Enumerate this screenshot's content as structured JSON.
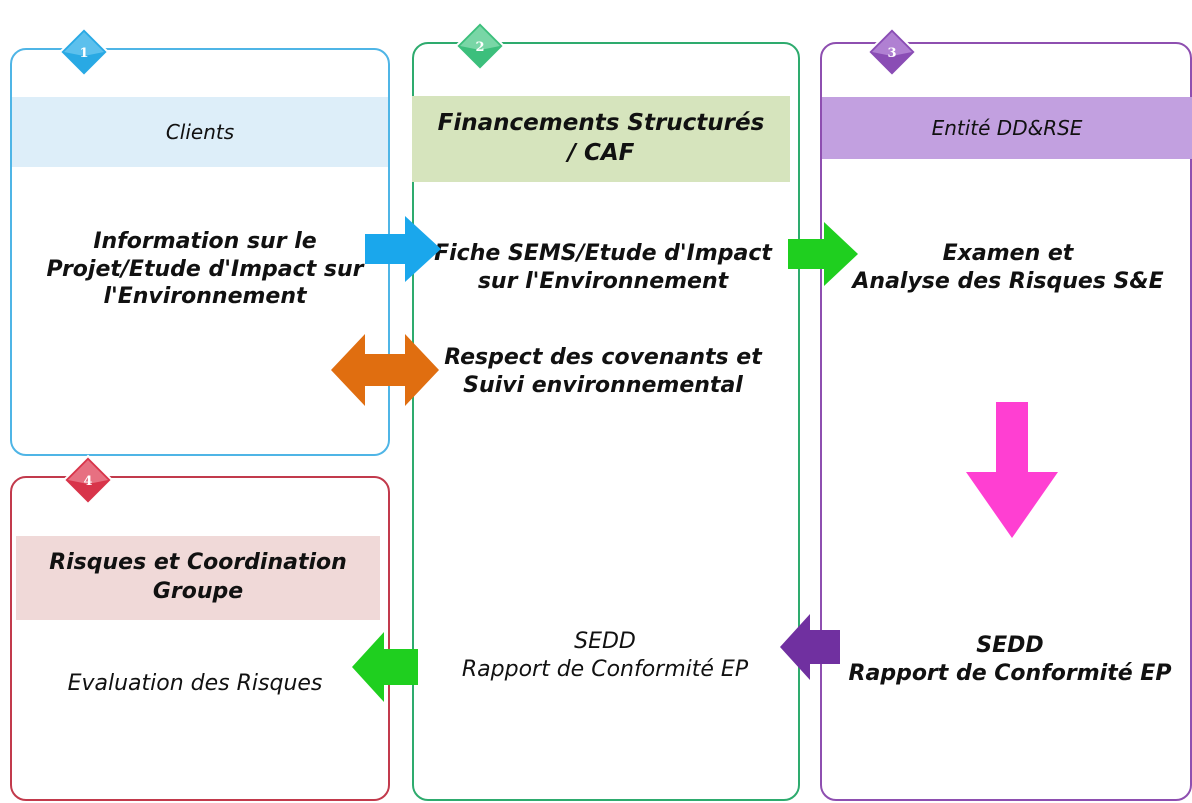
{
  "panels": {
    "clients": {
      "number": "1",
      "header": "Clients",
      "body": "Information sur le Projet/Etude d'Impact sur l'Environnement",
      "border": "#4fb5e6",
      "header_bg": "#ddeef9",
      "badge_color": "#29a9e4"
    },
    "financements": {
      "number": "2",
      "header": "Financements Structurés / CAF",
      "body_top": "Fiche SEMS/Etude d'Impact sur l'Environnement",
      "body_mid": "Respect des covenants et Suivi environnemental",
      "body_bottom_line1": "SEDD",
      "body_bottom_line2": "Rapport de Conformité EP",
      "border": "#2eab6e",
      "header_bg": "#d6e4bd",
      "badge_color": "#3cbf7c"
    },
    "entite": {
      "number": "3",
      "header": "Entité DD&RSE",
      "body_top_line1": "Examen et",
      "body_top_line2": "Analyse des Risques S&E",
      "body_bottom_line1": "SEDD",
      "body_bottom_line2": "Rapport de Conformité EP",
      "border": "#8e4fb0",
      "header_bg": "#c2a0e0",
      "badge_color": "#8a4db5"
    },
    "risques": {
      "number": "4",
      "header": "Risques et Coordination Groupe",
      "body": "Evaluation des Risques",
      "border": "#c23a4c",
      "header_bg": "#f0d9d8",
      "badge_color": "#d8344a"
    }
  },
  "arrows": {
    "blue": "#1aa7ec",
    "green_right": "#1fcf1f",
    "orange": "#e06e10",
    "magenta": "#ff3fd2",
    "purple": "#7030a0",
    "green_left": "#1fcf1f"
  }
}
